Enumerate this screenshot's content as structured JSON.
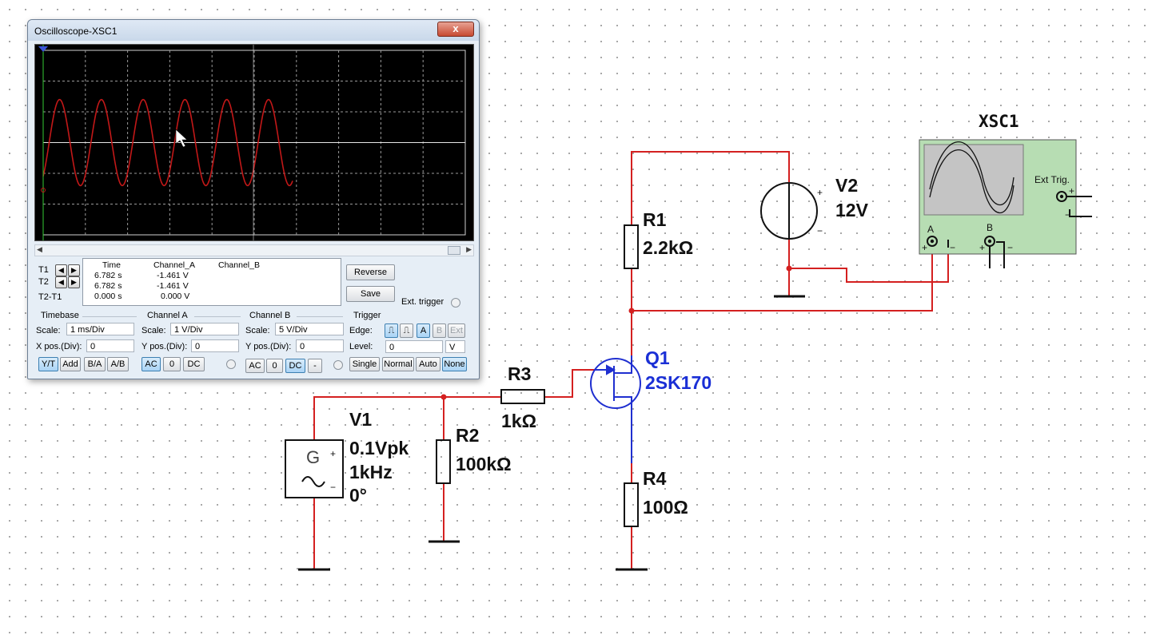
{
  "schematic": {
    "v1": {
      "name": "V1",
      "amplitude": "0.1Vpk",
      "frequency": "1kHz",
      "phase": "0°",
      "glyph": "G",
      "plus": "+",
      "minus": "−",
      "wave_glyph": "~"
    },
    "v2": {
      "name": "V2",
      "value": "12V",
      "plus": "+",
      "minus": "−"
    },
    "r1": {
      "name": "R1",
      "value": "2.2kΩ"
    },
    "r2": {
      "name": "R2",
      "value": "100kΩ"
    },
    "r3": {
      "name": "R3",
      "value": "1kΩ"
    },
    "r4": {
      "name": "R4",
      "value": "100Ω"
    },
    "q1": {
      "name": "Q1",
      "model": "2SK170"
    },
    "xsc1": {
      "name": "XSC1",
      "ext_trig": "Ext Trig.",
      "channel_a": "A",
      "channel_b": "B",
      "plus": "+",
      "minus": "−"
    },
    "colors": {
      "wire": "#d42020",
      "blue_wire": "#1f2fd0",
      "part": "#111111",
      "scope_body": "#b7ddb3"
    }
  },
  "oscilloscope": {
    "title": "Oscilloscope-XSC1",
    "close_glyph": "x",
    "trace_color": "#c21818",
    "grid_color": "#9a9a9a",
    "measurements": {
      "headers": [
        "Time",
        "Channel_A",
        "Channel_B"
      ],
      "rows": [
        {
          "label": "T1",
          "time": "6.782 s",
          "cha": "-1.461 V",
          "chb": ""
        },
        {
          "label": "T2",
          "time": "6.782 s",
          "cha": "-1.461 V",
          "chb": ""
        },
        {
          "label": "T2-T1",
          "time": "0.000 s",
          "cha": "0.000 V",
          "chb": ""
        }
      ]
    },
    "buttons": {
      "reverse": "Reverse",
      "save": "Save",
      "ext_trigger": "Ext. trigger"
    },
    "timebase": {
      "title": "Timebase",
      "scale_label": "Scale:",
      "scale": "1 ms/Div",
      "xpos_label": "X pos.(Div):",
      "xpos": "0",
      "modes": [
        "Y/T",
        "Add",
        "B/A",
        "A/B"
      ],
      "active_mode": "Y/T"
    },
    "channel_a": {
      "title": "Channel A",
      "scale_label": "Scale:",
      "scale": "1  V/Div",
      "ypos_label": "Y pos.(Div):",
      "ypos": "0",
      "coupling": [
        "AC",
        "0",
        "DC"
      ],
      "active": "AC"
    },
    "channel_b": {
      "title": "Channel B",
      "scale_label": "Scale:",
      "scale": "5  V/Div",
      "ypos_label": "Y pos.(Div):",
      "ypos": "0",
      "coupling": [
        "AC",
        "0",
        "DC",
        "-"
      ],
      "active": "DC"
    },
    "trigger": {
      "title": "Trigger",
      "edge_label": "Edge:",
      "edge_a": "A",
      "edge_b": "B",
      "edge_ext": "Ext",
      "level_label": "Level:",
      "level": "0",
      "level_unit": "V",
      "modes": [
        "Single",
        "Normal",
        "Auto",
        "None"
      ],
      "active_mode": "None"
    }
  }
}
